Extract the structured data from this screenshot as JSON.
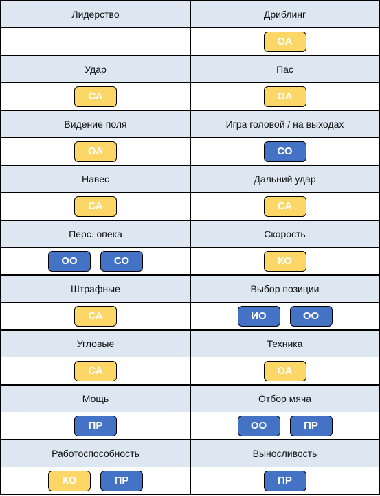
{
  "cells": [
    {
      "label": "Лидерство",
      "badges": []
    },
    {
      "label": "Дриблинг",
      "badges": [
        {
          "text": "ОА",
          "color": "yellow"
        }
      ]
    },
    {
      "label": "Удар",
      "badges": [
        {
          "text": "СА",
          "color": "yellow"
        }
      ]
    },
    {
      "label": "Пас",
      "badges": [
        {
          "text": "ОА",
          "color": "yellow"
        }
      ]
    },
    {
      "label": "Видение поля",
      "badges": [
        {
          "text": "ОА",
          "color": "yellow"
        }
      ]
    },
    {
      "label": "Игра головой / на выходах",
      "badges": [
        {
          "text": "СО",
          "color": "blue"
        }
      ]
    },
    {
      "label": "Навес",
      "badges": [
        {
          "text": "СА",
          "color": "yellow"
        }
      ]
    },
    {
      "label": "Дальний удар",
      "badges": [
        {
          "text": "СА",
          "color": "yellow"
        }
      ]
    },
    {
      "label": "Перс. опека",
      "badges": [
        {
          "text": "ОО",
          "color": "blue"
        },
        {
          "text": "СО",
          "color": "blue"
        }
      ]
    },
    {
      "label": "Скорость",
      "badges": [
        {
          "text": "КО",
          "color": "yellow"
        }
      ]
    },
    {
      "label": "Штрафные",
      "badges": [
        {
          "text": "СА",
          "color": "yellow"
        }
      ]
    },
    {
      "label": "Выбор позиции",
      "badges": [
        {
          "text": "ИО",
          "color": "blue"
        },
        {
          "text": "ОО",
          "color": "blue"
        }
      ]
    },
    {
      "label": "Угловые",
      "badges": [
        {
          "text": "СА",
          "color": "yellow"
        }
      ]
    },
    {
      "label": "Техника",
      "badges": [
        {
          "text": "ОА",
          "color": "yellow"
        }
      ]
    },
    {
      "label": "Мощь",
      "badges": [
        {
          "text": "ПР",
          "color": "blue"
        }
      ]
    },
    {
      "label": "Отбор мяча",
      "badges": [
        {
          "text": "ОО",
          "color": "blue"
        },
        {
          "text": "ПР",
          "color": "blue"
        }
      ]
    },
    {
      "label": "Работоспособность",
      "badges": [
        {
          "text": "КО",
          "color": "yellow"
        },
        {
          "text": "ПР",
          "color": "blue"
        }
      ]
    },
    {
      "label": "Выносливость",
      "badges": [
        {
          "text": "ПР",
          "color": "blue"
        }
      ]
    }
  ],
  "colors": {
    "yellow": "#fcd667",
    "blue": "#4472c4",
    "header": "#dce7f2"
  }
}
